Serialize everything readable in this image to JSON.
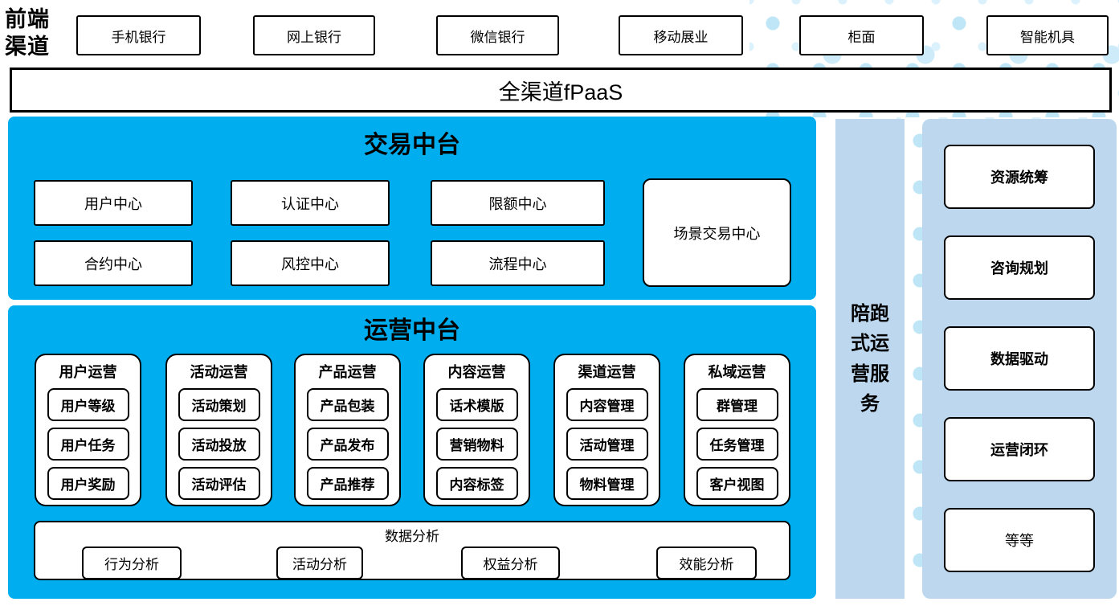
{
  "header": {
    "label": "前端渠道",
    "channels": [
      "手机银行",
      "网上银行",
      "微信银行",
      "移动展业",
      "柜面",
      "智能机具"
    ]
  },
  "fpaas_bar": {
    "label": "全渠道fPaaS"
  },
  "transaction_platform": {
    "title": "交易中台",
    "centers_row1": [
      "用户中心",
      "认证中心",
      "限额中心"
    ],
    "centers_row2": [
      "合约中心",
      "风控中心",
      "流程中心"
    ],
    "scenario_center": "场景交易中心"
  },
  "operation_platform": {
    "title": "运营中台",
    "columns": [
      {
        "title": "用户运营",
        "items": [
          "用户等级",
          "用户任务",
          "用户奖励"
        ]
      },
      {
        "title": "活动运营",
        "items": [
          "活动策划",
          "活动投放",
          "活动评估"
        ]
      },
      {
        "title": "产品运营",
        "items": [
          "产品包装",
          "产品发布",
          "产品推荐"
        ]
      },
      {
        "title": "内容运营",
        "items": [
          "话术模版",
          "营销物料",
          "内容标签"
        ]
      },
      {
        "title": "渠道运营",
        "items": [
          "内容管理",
          "活动管理",
          "物料管理"
        ]
      },
      {
        "title": "私域运营",
        "items": [
          "群管理",
          "任务管理",
          "客户视图"
        ]
      }
    ],
    "data_analysis": {
      "title": "数据分析",
      "items": [
        "行为分析",
        "活动分析",
        "权益分析",
        "效能分析"
      ]
    }
  },
  "side_service": {
    "label": "陪跑式运营服务"
  },
  "right_panel": {
    "items": [
      "资源统筹",
      "咨询规划",
      "数据驱动",
      "运营闭环",
      "等等"
    ]
  },
  "colors": {
    "primary_blue": "#00AEEF",
    "light_blue": "#BDD7EE",
    "dot_light": "#DBF1FB",
    "dot_medium": "#BFE6F7",
    "box_border": "#000000"
  }
}
